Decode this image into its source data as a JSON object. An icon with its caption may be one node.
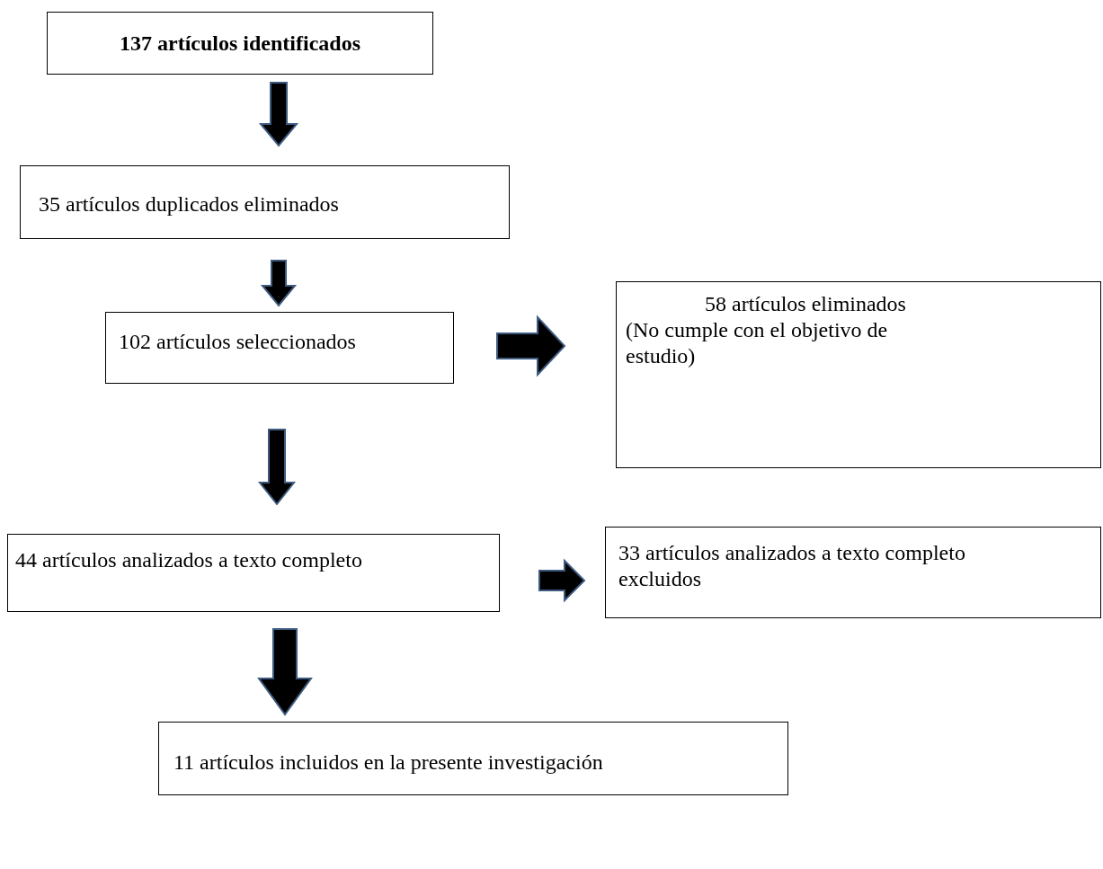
{
  "diagram": {
    "nodes": [
      {
        "text": [
          "137 artículos identificados"
        ]
      },
      {
        "text": [
          "35 artículos duplicados eliminados"
        ]
      },
      {
        "text": [
          "102 artículos seleccionados"
        ]
      },
      {
        "text": [
          "58 artículos eliminados (No cumple con el objetivo de estudio)"
        ]
      },
      {
        "text": [
          "44 artículos analizados a texto completo"
        ]
      },
      {
        "text": [
          "33 artículos analizados a texto completo excluidos"
        ]
      },
      {
        "text": [
          "11 artículos incluidos en la presente investigación"
        ]
      }
    ],
    "edges": [
      {
        "from": 0,
        "to": 1,
        "arrow": "to"
      },
      {
        "from": 1,
        "to": 2,
        "arrow": "to"
      },
      {
        "from": 2,
        "to": 3,
        "arrow": "to"
      },
      {
        "from": 2,
        "to": 4,
        "arrow": "to"
      },
      {
        "from": 4,
        "to": 5,
        "arrow": "to"
      },
      {
        "from": 4,
        "to": 6,
        "arrow": "to"
      }
    ]
  }
}
